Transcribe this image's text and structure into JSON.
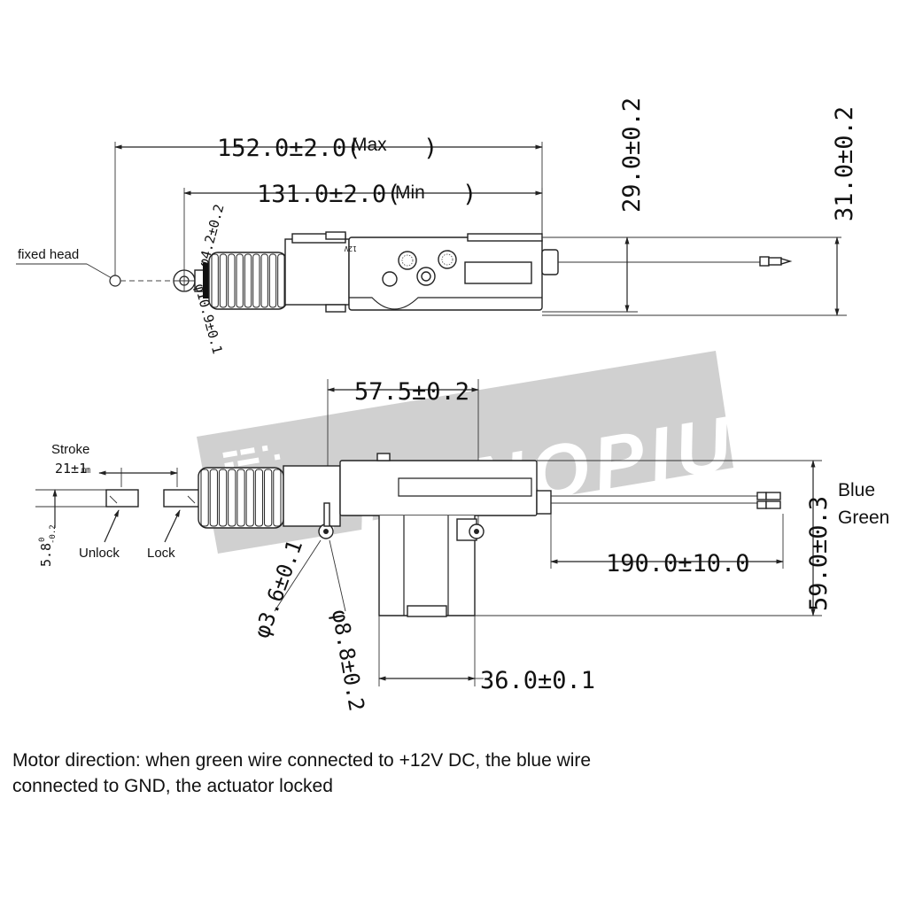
{
  "dimensions": {
    "max_length": "152.0±2.0(",
    "max_word": "Max",
    "min_length": "131.0±2.0(",
    "min_word": "Min",
    "close_paren": ")",
    "height_29": "29.0±0.2",
    "height_31": "31.0±0.2",
    "dia_4_2": "φ4.2±0.2",
    "dia_10_9": "φ10.9±0.1",
    "width_57_5": "57.5±0.2",
    "wire_190": "190.0±10.0",
    "height_59": "59.0±0.3",
    "dia_3_6": "φ3.6±0.1",
    "dia_8_8": "φ8.8±0.2",
    "width_36": "36.0±0.1",
    "stroke_value": "21±1",
    "stroke_unit": "㎜",
    "rod_dia": "5.8",
    "rod_tol_upper": "0",
    "rod_tol_lower": "-0.2"
  },
  "labels": {
    "fixed_head": "fixed head",
    "stroke": "Stroke",
    "unlock": "Unlock",
    "lock": "Lock",
    "blue": "Blue",
    "green": "Green",
    "voltage": "12V"
  },
  "watermark": "TECNOPIU'",
  "note": {
    "line1": "Motor direction: when green wire connected to +12V DC, the blue wire",
    "line2": "connected to GND, the actuator locked"
  }
}
